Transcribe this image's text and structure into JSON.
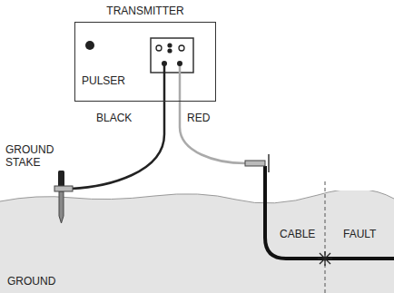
{
  "diagram": {
    "nodes": [
      {
        "text": [
          "TRANSMITTER",
          "PULSER"
        ]
      },
      {
        "text": [
          "GROUND"
        ]
      }
    ],
    "labels": [
      "BLACK",
      "RED",
      "GROUND STAKE",
      "CABLE",
      "FAULT"
    ]
  }
}
